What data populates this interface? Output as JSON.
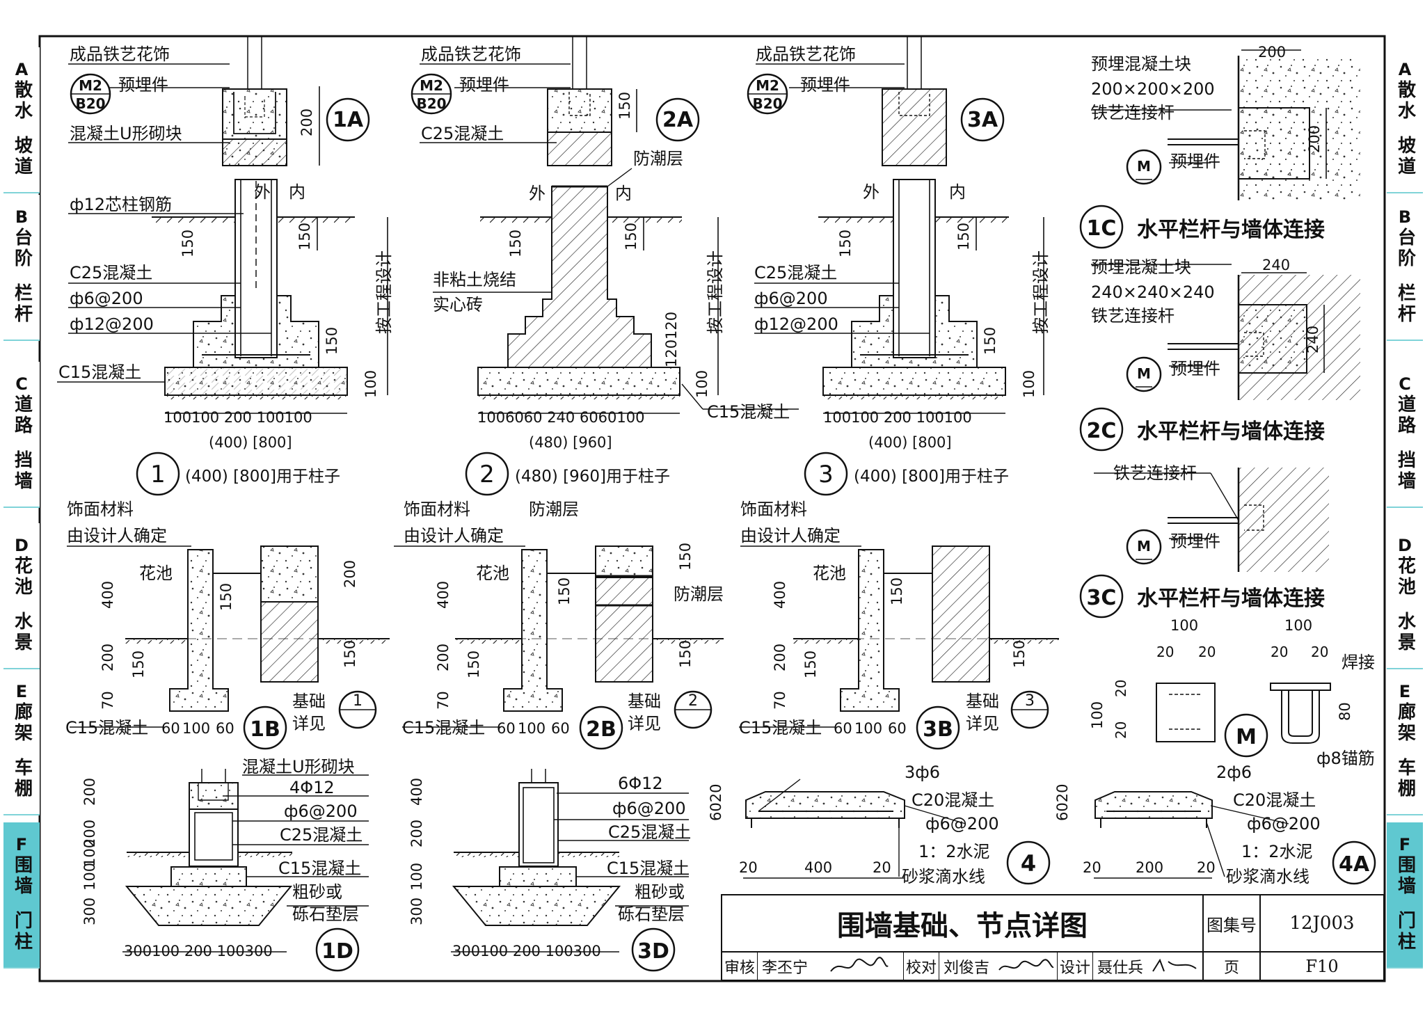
{
  "side_tabs": [
    {
      "code": "A",
      "line1": "散水",
      "line2": "坡道",
      "active": false
    },
    {
      "code": "B",
      "line1": "台阶",
      "line2": "栏杆",
      "active": false
    },
    {
      "code": "C",
      "line1": "道路",
      "line2": "挡墙",
      "active": false
    },
    {
      "code": "D",
      "line1": "花池",
      "line2": "水景",
      "active": false
    },
    {
      "code": "E",
      "line1": "廊架",
      "line2": "车棚",
      "active": false
    },
    {
      "code": "F",
      "line1": "围墙",
      "line2": "门柱",
      "active": true
    }
  ],
  "title_block": {
    "title": "围墙基础、节点详图",
    "atlas_label": "图集号",
    "atlas_no": "12J003",
    "review_label": "审核",
    "reviewer": "李丕宁",
    "check_label": "校对",
    "checker": "刘俊吉",
    "design_label": "设计",
    "designer": "聂仕兵",
    "page_label": "页",
    "page_no": "F10"
  },
  "common": {
    "iron_ornament": "成品铁艺花饰",
    "embed": "预埋件",
    "m2": "M2",
    "b20": "B20",
    "u_block": "混凝土U形砌块",
    "c25": "C25混凝土",
    "c15": "C15混凝土",
    "damp": "防潮层",
    "out": "外",
    "in": "内",
    "rebar12": "ф12芯柱钢筋",
    "stir": "ф6@200",
    "bar12": "ф12@200",
    "per_eng": "按工程设计",
    "brick1": "非粘土烧结",
    "brick2": "实心砖",
    "finish1": "饰面材料",
    "finish2": "由设计人确定",
    "planter": "花池",
    "base1": "基础",
    "base2": "详见",
    "gravel1": "粗砂或",
    "gravel2": "砾石垫层",
    "m_label": "M",
    "weld": "焊接",
    "anchor": "ф8锚筋",
    "c20": "C20混凝土",
    "mortar1": "1：2水泥",
    "mortar2": "砂浆滴水线",
    "iron_rod": "铁艺连接杆",
    "embed_block": "预埋混凝土块",
    "block200": "200×200×200",
    "block240": "240×240×240",
    "four_bar": "4Φ12",
    "six_bar": "6Φ12",
    "three_bar": "3ф6",
    "two_bar": "2ф6"
  },
  "detail_ids": {
    "d1": "1",
    "d2": "2",
    "d3": "3",
    "d1a": "1A",
    "d2a": "2A",
    "d3a": "3A",
    "d1b": "1B",
    "d2b": "2B",
    "d3b": "3B",
    "d1c": "1C",
    "d2c": "2C",
    "d3c": "3C",
    "d1d": "1D",
    "d3d": "3D",
    "d4": "4",
    "d4a": "4A",
    "dm": "M"
  },
  "captions": {
    "c1": "(400) [800]用于柱子",
    "c2": "(480) [960]用于柱子",
    "c3": "(400) [800]用于柱子",
    "c1c": "水平栏杆与墙体连接",
    "c2c": "水平栏杆与墙体连接",
    "c3c": "水平栏杆与墙体连接"
  },
  "dims": {
    "d200": "200",
    "d150": "150",
    "d100": "100",
    "d120": "120",
    "d400": "400",
    "d70": "70",
    "d60": "60",
    "d20": "20",
    "d240": "240",
    "d300": "300",
    "d80": "80",
    "row1": "100100  200  100100",
    "row2": "1006060  240  6060100",
    "w1": "(400) [800]",
    "w2": "(480) [960]",
    "w1d": "300100 200 100300",
    "r6020": "6020"
  }
}
